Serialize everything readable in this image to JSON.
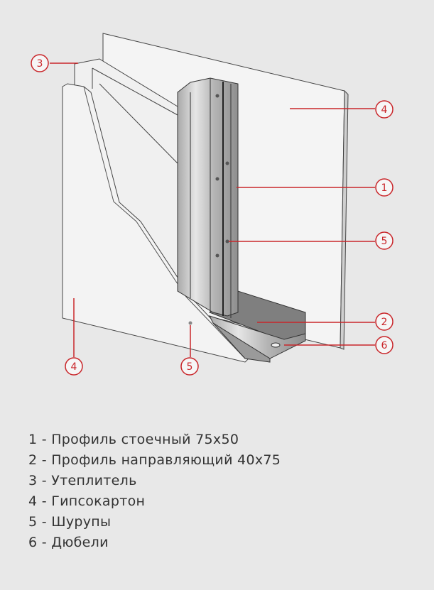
{
  "diagram": {
    "callouts": {
      "c1": "1",
      "c2": "2",
      "c3": "3",
      "c4_right": "4",
      "c4_left": "4",
      "c5_right": "5",
      "c5_bottom": "5",
      "c6": "6"
    },
    "accent_color": "#c9262a"
  },
  "legend": [
    "1 - Профиль стоечный 75х50",
    "2 - Профиль направляющий 40х75",
    "3 - Утеплитель",
    "4 - Гипсокартон",
    "5 - Шурупы",
    "6 - Дюбели"
  ]
}
